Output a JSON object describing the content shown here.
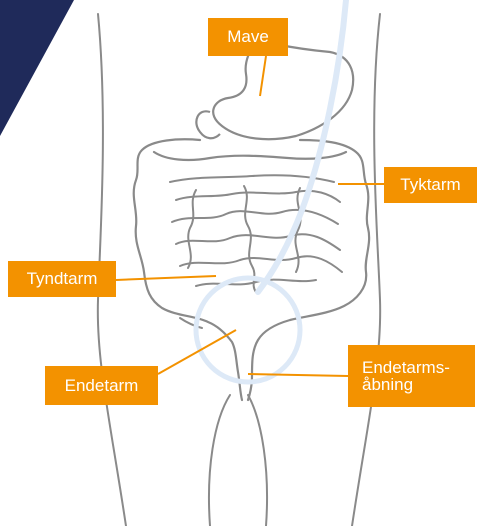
{
  "colors": {
    "accent": "#f39200",
    "banner": "#1f2a5a",
    "outline": "#8a8a8a",
    "scope": "#dde9f7"
  },
  "labels": {
    "mave": "Mave",
    "tyktarm": "Tyktarm",
    "tyndtarm": "Tyndtarm",
    "endetarm": "Endetarm",
    "endetarmsaabning_line1": "Endetarms-",
    "endetarmsaabning_line2": "åbning"
  }
}
